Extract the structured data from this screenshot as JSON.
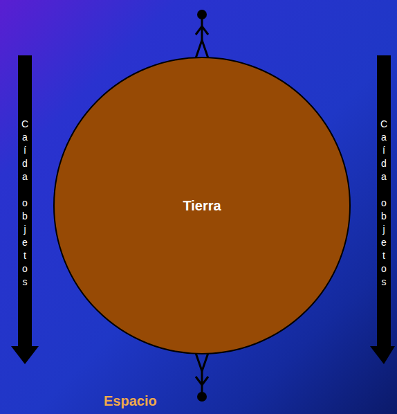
{
  "diagram": {
    "nodes": [
      {
        "text": [
          "Tierra"
        ]
      }
    ],
    "labels": [
      "Caída objetos",
      "Caída objetos",
      "Espacio"
    ]
  }
}
